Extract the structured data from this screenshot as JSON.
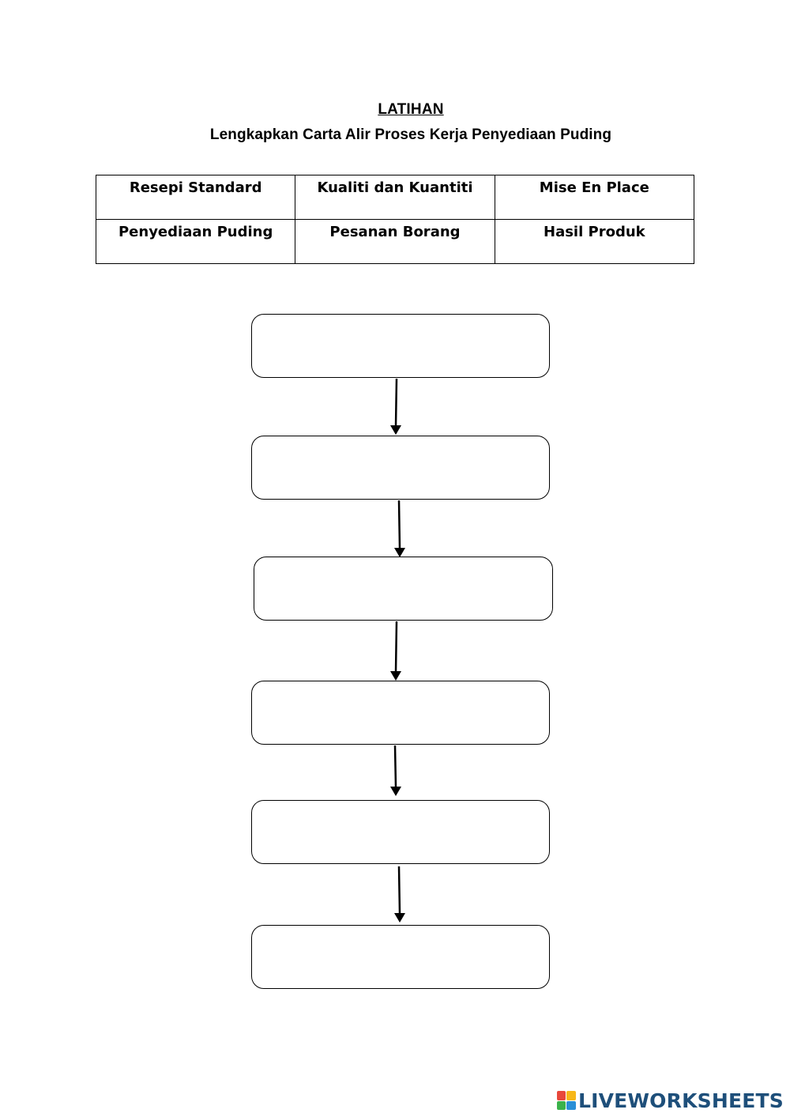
{
  "header": {
    "title": "LATIHAN",
    "subtitle": "Lengkapkan Carta Alir Proses Kerja Penyediaan Puding"
  },
  "word_bank": {
    "rows": [
      [
        "Resepi Standard",
        "Kualiti dan Kuantiti",
        "Mise En Place"
      ],
      [
        "Penyediaan Puding",
        "Pesanan Borang",
        "Hasil Produk"
      ]
    ]
  },
  "flowchart": {
    "answers": [
      "",
      "",
      "",
      "",
      "",
      ""
    ]
  },
  "footer": {
    "brand": "LIVEWORKSHEETS",
    "brand_colors": [
      "#e8483b",
      "#f7b719",
      "#3bb24b",
      "#2a8fd6"
    ]
  }
}
